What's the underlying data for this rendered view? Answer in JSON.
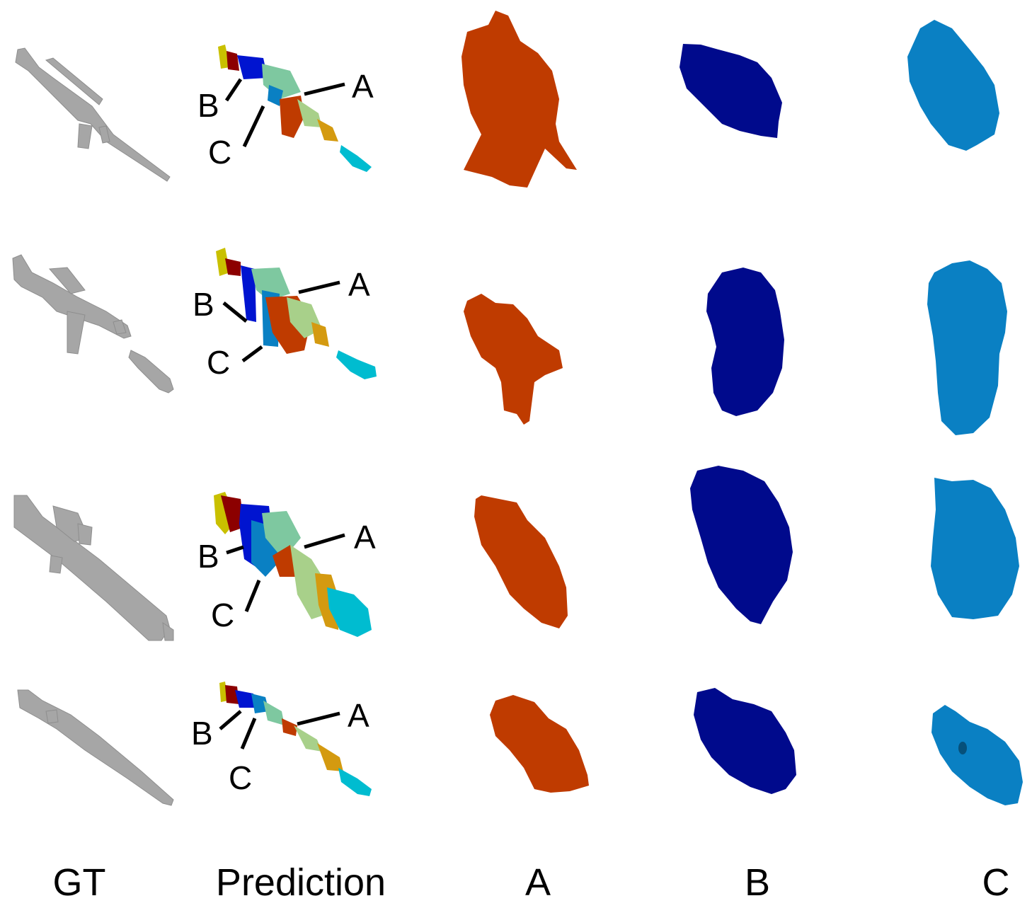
{
  "columns": {
    "gt": "GT",
    "prediction": "Prediction",
    "a": "A",
    "b": "B",
    "c": "C"
  },
  "callouts": {
    "a": "A",
    "b": "B",
    "c": "C"
  },
  "colors": {
    "gt_gray": "#a6a6a6",
    "part_a": "#bf3b00",
    "part_b": "#000a8c",
    "part_c": "#0a80c3",
    "yellow": "#c9c000",
    "darkred": "#8c0000",
    "blue": "#0014d0",
    "mint": "#7ec8a0",
    "lightgreen": "#a8d08a",
    "orange": "#d49a10",
    "cyan": "#00bcd0"
  },
  "rows": 4
}
